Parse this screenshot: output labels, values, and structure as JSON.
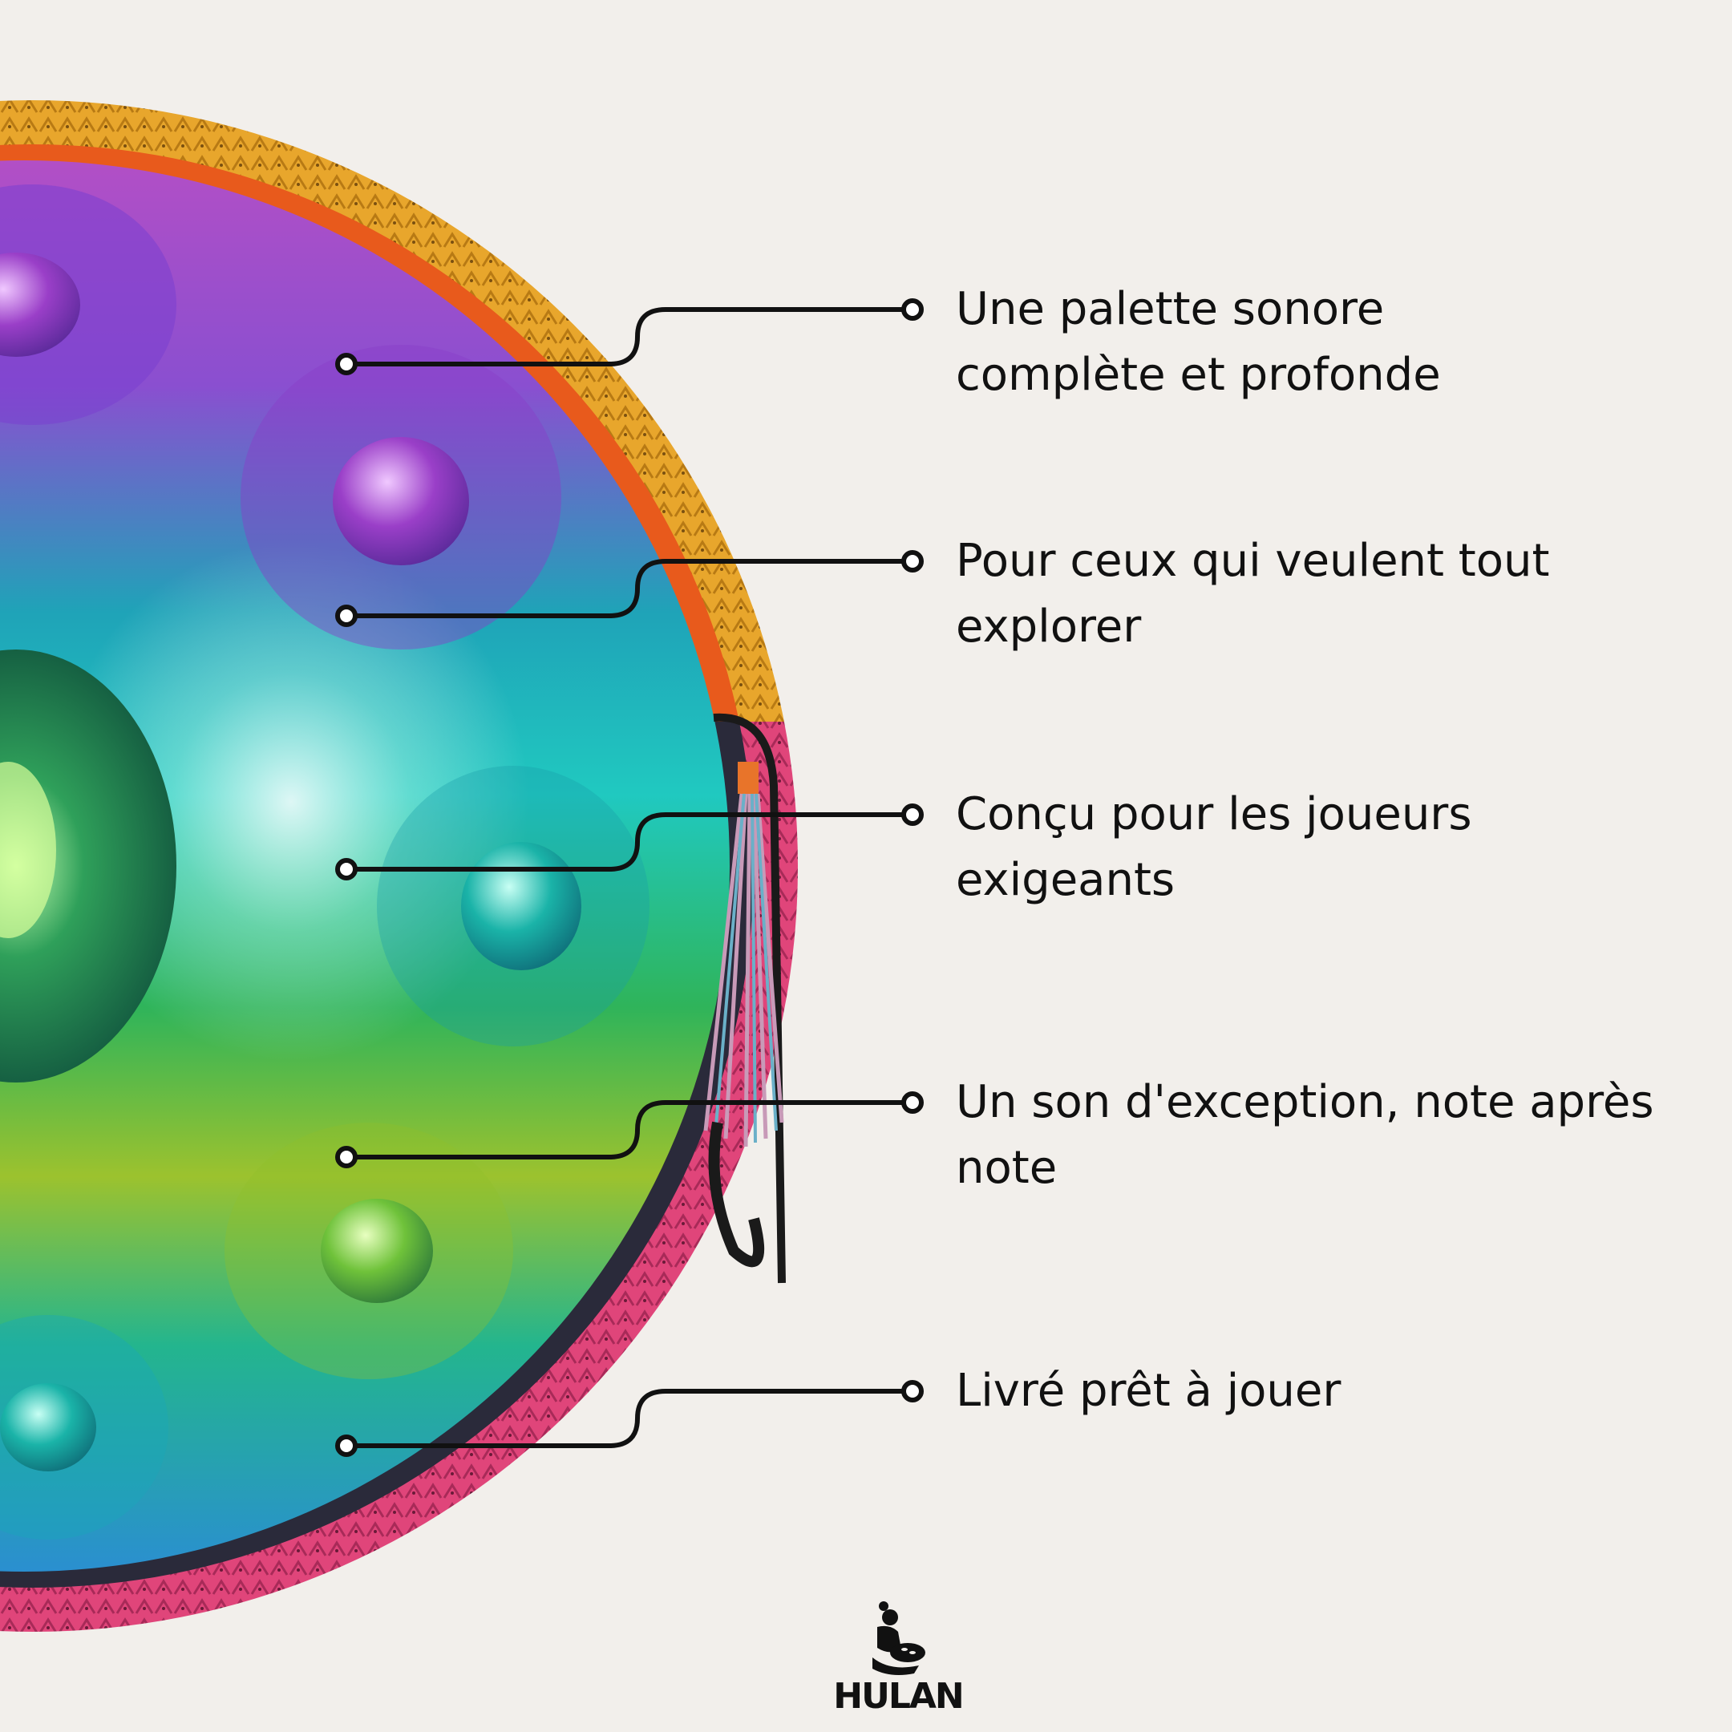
{
  "features": [
    {
      "line1": "Une palette sonore",
      "line2": "complète et profonde"
    },
    {
      "line1": "Pour ceux qui veulent tout",
      "line2": "explorer"
    },
    {
      "line1": "Conçu pour les joueurs",
      "line2": "exigeants"
    },
    {
      "line1": "Un son d'exception, note après",
      "line2": "note"
    },
    {
      "line1": "Livré prêt à jouer",
      "line2": ""
    }
  ],
  "brand": {
    "name": "HULAN",
    "logo_icon": "person-playing-handpan-icon"
  },
  "colors": {
    "background": "#f2efeb",
    "text": "#111111",
    "rim_yellow": "#e8a62c",
    "rim_orange": "#e85a1c",
    "rim_pink": "#e0457a"
  },
  "image": {
    "subject": "handpan-rainbow-steel-drum"
  }
}
